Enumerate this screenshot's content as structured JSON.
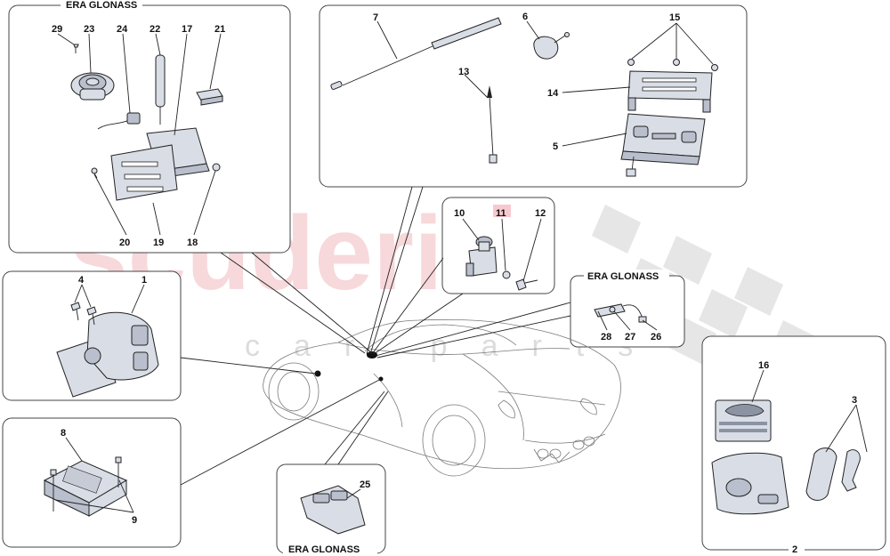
{
  "watermark": {
    "main": "scuderia",
    "sub": "car parts"
  },
  "headers": {
    "era_glonass_top": "ERA GLONASS",
    "era_glonass_right": "ERA GLONASS",
    "era_glonass_bottom": "ERA GLONASS"
  },
  "callouts": {
    "n1": "1",
    "n2": "2",
    "n3": "3",
    "n4": "4",
    "n5": "5",
    "n6": "6",
    "n7": "7",
    "n8": "8",
    "n9": "9",
    "n10": "10",
    "n11": "11",
    "n12": "12",
    "n13": "13",
    "n14": "14",
    "n15": "15",
    "n16": "16",
    "n17": "17",
    "n18": "18",
    "n19": "19",
    "n20": "20",
    "n21": "21",
    "n22": "22",
    "n23": "23",
    "n24": "24",
    "n25": "25",
    "n26": "26",
    "n27": "27",
    "n28": "28",
    "n29": "29"
  },
  "highlighted_callout": "11",
  "colors": {
    "watermark": "#f2b9bf",
    "highlight": "#f6c9cf",
    "parts": "#d9dde6"
  }
}
